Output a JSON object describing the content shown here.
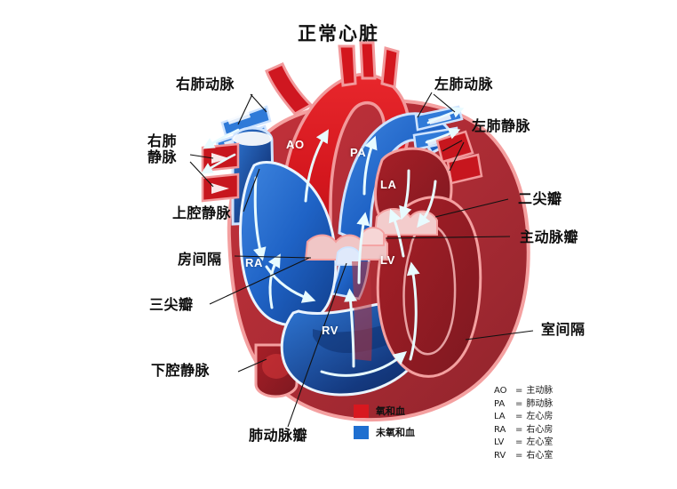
{
  "title": "正常心脏",
  "callouts": [
    {
      "name": "right-pulmonary-artery",
      "label": "右肺动脉"
    },
    {
      "name": "right-pulmonary-vein",
      "label": "右肺\n静脉"
    },
    {
      "name": "superior-vena-cava",
      "label": "上腔静脉"
    },
    {
      "name": "atrial-septum",
      "label": "房间隔"
    },
    {
      "name": "tricuspid-valve",
      "label": "三尖瓣"
    },
    {
      "name": "inferior-vena-cava",
      "label": "下腔静脉"
    },
    {
      "name": "pulmonary-valve",
      "label": "肺动脉瓣"
    },
    {
      "name": "left-pulmonary-artery",
      "label": "左肺动脉"
    },
    {
      "name": "left-pulmonary-vein",
      "label": "左肺静脉"
    },
    {
      "name": "mitral-valve",
      "label": "二尖瓣"
    },
    {
      "name": "aortic-valve",
      "label": "主动脉瓣"
    },
    {
      "name": "ventricular-septum",
      "label": "室间隔"
    }
  ],
  "chamber_tags": [
    {
      "name": "aorta-tag",
      "label": "AO"
    },
    {
      "name": "pulmonary-artery-tag",
      "label": "PA"
    },
    {
      "name": "left-atrium-tag",
      "label": "LA"
    },
    {
      "name": "right-atrium-tag",
      "label": "RA"
    },
    {
      "name": "left-ventricle-tag",
      "label": "LV"
    },
    {
      "name": "right-ventricle-tag",
      "label": "RV"
    }
  ],
  "legend": {
    "items": [
      {
        "name": "oxygenated-blood",
        "label": "氧和血",
        "color": "#d8181f"
      },
      {
        "name": "deoxygenated-blood",
        "label": "未氧和血",
        "color": "#1f6fd0"
      }
    ]
  },
  "abbreviations": [
    {
      "code": "AO",
      "eq": "=",
      "term": "主动脉"
    },
    {
      "code": "PA",
      "eq": "=",
      "term": "肺动脉"
    },
    {
      "code": "LA",
      "eq": "=",
      "term": "左心房"
    },
    {
      "code": "RA",
      "eq": "=",
      "term": "右心房"
    },
    {
      "code": "LV",
      "eq": "=",
      "term": "左心室"
    },
    {
      "code": "RV",
      "eq": "=",
      "term": "右心室"
    }
  ],
  "colors": {
    "oxygenated": "#d8181f",
    "deoxygenated": "#1f6fd0",
    "myocardium": "#b23038",
    "endocardium": "#f4a0a0",
    "flow_arrow": "#e8fbff",
    "leader_line": "#111111"
  }
}
